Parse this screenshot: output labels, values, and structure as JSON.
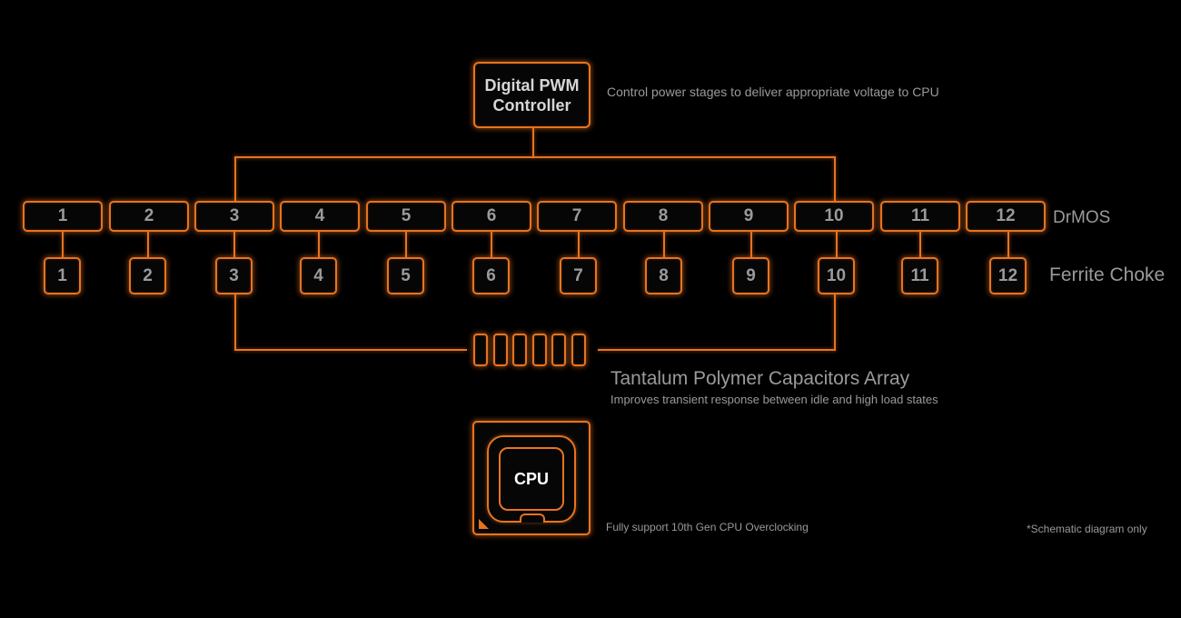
{
  "controller": {
    "title_line1": "Digital PWM",
    "title_line2": "Controller",
    "description": "Control power stages  to deliver appropriate voltage to CPU"
  },
  "drmos": {
    "label": "DrMOS",
    "items": [
      "1",
      "2",
      "3",
      "4",
      "5",
      "6",
      "7",
      "8",
      "9",
      "10",
      "11",
      "12"
    ]
  },
  "chokes": {
    "label": "Ferrite Choke",
    "items": [
      "1",
      "2",
      "3",
      "4",
      "5",
      "6",
      "7",
      "8",
      "9",
      "10",
      "11",
      "12"
    ]
  },
  "capacitors": {
    "count": 6,
    "title": "Tantalum Polymer Capacitors Array",
    "description": "Improves transient response between idle and high load states"
  },
  "cpu": {
    "label": "CPU",
    "description": "Fully support 10th Gen CPU Overclocking"
  },
  "footnote": "*Schematic diagram only",
  "colors": {
    "accent": "#e8731f",
    "text": "#9a9a9a",
    "background": "#000000"
  }
}
